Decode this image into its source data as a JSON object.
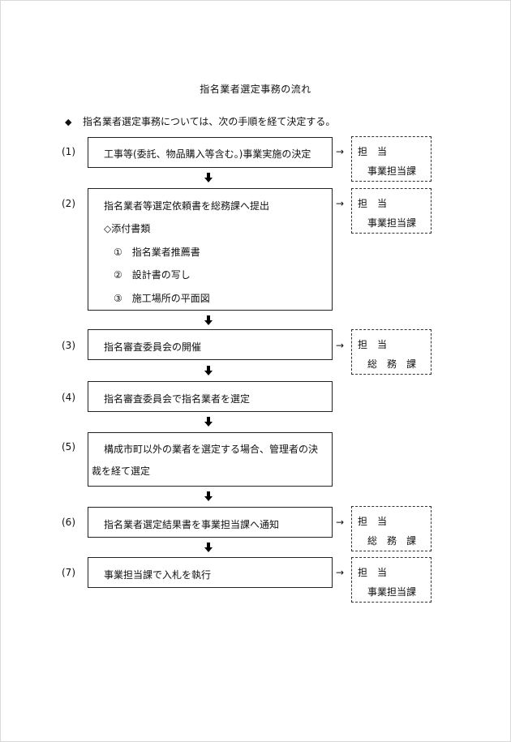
{
  "document": {
    "title": "指名業者選定事務の流れ",
    "intro_bullet": "◆",
    "intro_text": "指名業者選定事務については、次の手順を経て決定する。"
  },
  "steps": [
    {
      "number": "(1)",
      "lines": [
        "工事等(委託、物品購入等含む。)事業実施の決定"
      ],
      "side": {
        "label": "担　当",
        "dept": "事業担当課"
      }
    },
    {
      "number": "(2)",
      "lines": [
        "指名業者等選定依頼書を総務課へ提出",
        "◇添付書類",
        "①　指名業者推薦書",
        "②　設計書の写し",
        "③　施工場所の平面図"
      ],
      "side": {
        "label": "担　当",
        "dept": "事業担当課"
      }
    },
    {
      "number": "(3)",
      "lines": [
        "指名審査委員会の開催"
      ],
      "side": {
        "label": "担　当",
        "dept": "総　務　課"
      }
    },
    {
      "number": "(4)",
      "lines": [
        "指名審査委員会で指名業者を選定"
      ]
    },
    {
      "number": "(5)",
      "lines": [
        "構成市町以外の業者を選定する場合、管理者の決",
        "裁を経て選定"
      ]
    },
    {
      "number": "(6)",
      "lines": [
        "指名業者選定結果書を事業担当課へ通知"
      ],
      "side": {
        "label": "担　当",
        "dept": "総　務　課"
      }
    },
    {
      "number": "(7)",
      "lines": [
        "事業担当課で入札を執行"
      ],
      "side": {
        "label": "担　当",
        "dept": "事業担当課"
      }
    }
  ],
  "arrow_right_glyph": "→"
}
